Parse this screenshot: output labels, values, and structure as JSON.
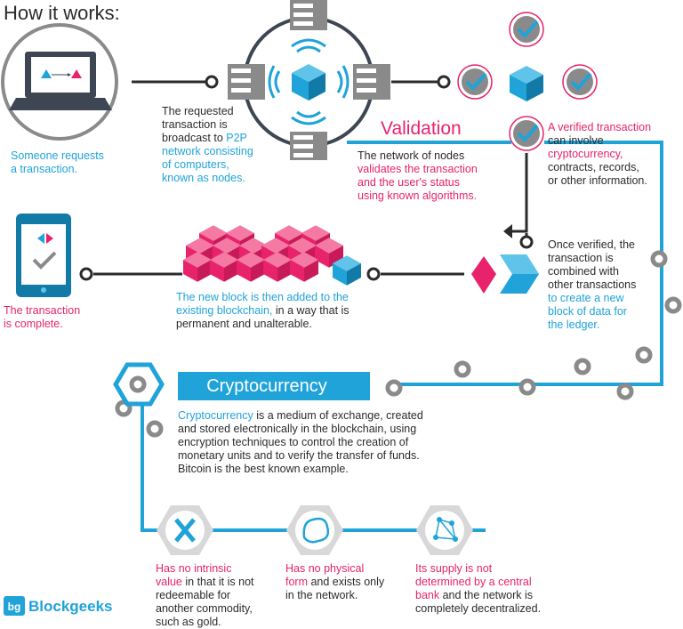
{
  "title": "How it works:",
  "colors": {
    "blue": "#1fa3d9",
    "pink": "#e8236b",
    "dark": "#3d4652",
    "grey": "#8a8a8a"
  },
  "step1": {
    "text": "Someone requests a transaction.",
    "line1": "Someone requests",
    "line2": "a transaction."
  },
  "step2": {
    "line1": "The requested",
    "line2": "transaction is",
    "line3a": "broadcast to ",
    "line3b": "P2P",
    "line4": "network consisting",
    "line5": "of computers,",
    "line6": "known as nodes."
  },
  "validation": {
    "heading": "Validation",
    "line1": "The network of nodes",
    "line2": "validates the transaction",
    "line3": "and the user's status",
    "line4": "using known algorithms."
  },
  "verified": {
    "line1": "A verified transaction",
    "line2": "can involve",
    "line3": "cryptocurrency,",
    "line4": "contracts, records,",
    "line5": "or other information."
  },
  "combined": {
    "line1": "Once verified, the",
    "line2": "transaction is",
    "line3": "combined with",
    "line4": "other transactions",
    "line5": "to create a new",
    "line6": "block of data for",
    "line7": "the ledger."
  },
  "added": {
    "line1": "The new block is then added to the",
    "line2a": "existing blockchain,",
    "line2b": " in a way that is",
    "line3": "permanent and unalterable."
  },
  "complete": {
    "line1": "The transaction",
    "line2": "is complete."
  },
  "crypto": {
    "heading": "Cryptocurrency",
    "line1a": "Cryptocurrency",
    "line1b": " is a medium of exchange, created",
    "line2": "and stored electronically in the blockchain, using",
    "line3": "encryption techniques to control the creation of",
    "line4": "monetary units and to verify the transfer of funds.",
    "line5": "Bitcoin is the best known example."
  },
  "features": [
    {
      "icon": "no-value-icon",
      "line1": "Has no intrinsic",
      "line2": "value in that it is not",
      "line3": "redeemable for",
      "line4": "another commodity,",
      "line5": "such as gold."
    },
    {
      "icon": "no-form-icon",
      "line1": "Has no physical",
      "line2": "form and exists only",
      "line3": "in the network."
    },
    {
      "icon": "network-icon",
      "line1": "Its supply is not",
      "line2": "determined by a central",
      "line3": "bank and the network is",
      "line4": "completely decentralized."
    }
  ],
  "brand": {
    "name": "Blockgeeks",
    "logo": "bg"
  }
}
